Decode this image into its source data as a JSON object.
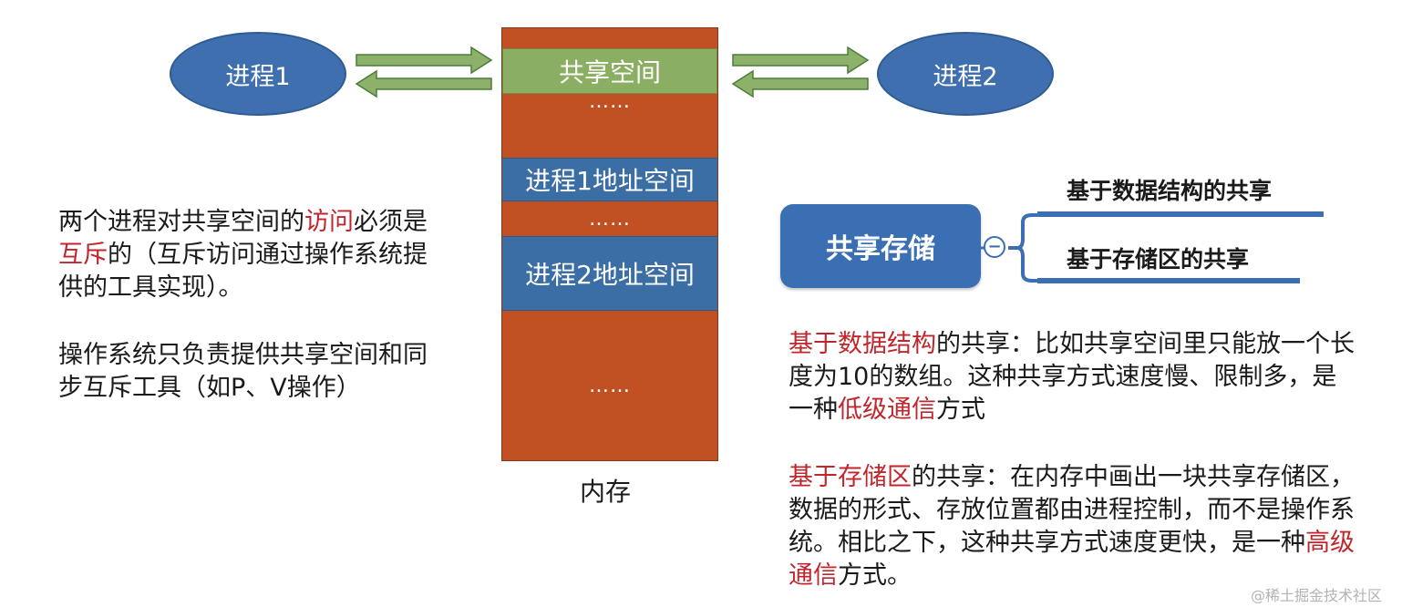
{
  "process1_label": "进程1",
  "process2_label": "进程2",
  "memory": {
    "shared_space": "共享空间",
    "dots_top": "……",
    "process1_space": "进程1地址空间",
    "dots_mid": "……",
    "process2_space": "进程2地址空间",
    "dots_bottom": "……",
    "caption": "内存"
  },
  "left_notes": {
    "p1_a": "两个进程对共享空间的",
    "p1_red1": "访问",
    "p1_b": "必须是",
    "p1_red2": "互斥",
    "p1_c": "的（互斥访问通过操作系统提供的工具实现）。",
    "p2": "操作系统只负责提供共享空间和同步互斥工具（如P、V操作）"
  },
  "mindmap": {
    "root": "共享存储",
    "collapse_symbol": "−",
    "branch1": "基于数据结构的共享",
    "branch2": "基于存储区的共享"
  },
  "right_notes": {
    "n1_red1": "基于数据结构",
    "n1_a": "的共享：比如共享空间里只能放一个长度为10的数组。这种共享方式速度慢、限制多，是一种",
    "n1_red2": "低级通信",
    "n1_b": "方式",
    "n2_red1": "基于存储区",
    "n2_a": "的共享：在内存中画出一块共享存储区，数据的形式、存放位置都由进程控制，而不是操作系统。相比之下，这种共享方式速度更快，是一种",
    "n2_red2": "高级通信",
    "n2_b": "方式。"
  },
  "watermark": "@稀土掘金技术社区",
  "colors": {
    "process_ellipse": "#3f6fae",
    "memory_orange": "#c15122",
    "memory_blue": "#3b6ea5",
    "shared_green": "#8aae62",
    "highlight_red": "#c0262c",
    "mindmap_blue": "#3a6fb3"
  }
}
